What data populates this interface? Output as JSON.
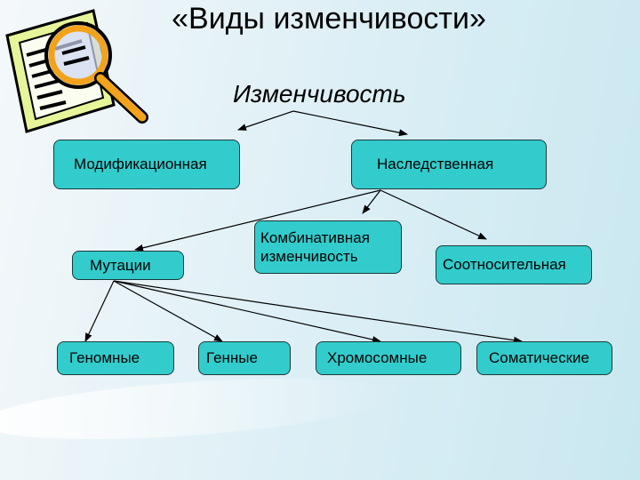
{
  "title": "«Виды изменчивости»",
  "subtitle": "Изменчивость",
  "nodes": {
    "modification": "Модификационная",
    "hereditary": "Наследственная",
    "combinative_line1": "Комбинативная",
    "combinative_line2": "изменчивость",
    "mutations": "Мутации",
    "correlative": "Соотносительная",
    "genomic": "Геномные",
    "gene": "Генные",
    "chromosomal": "Хромосомные",
    "somatic": "Соматические"
  },
  "colors": {
    "node_fill": "#33cccc",
    "node_border": "#1a3a3a",
    "arrow": "#000000"
  }
}
